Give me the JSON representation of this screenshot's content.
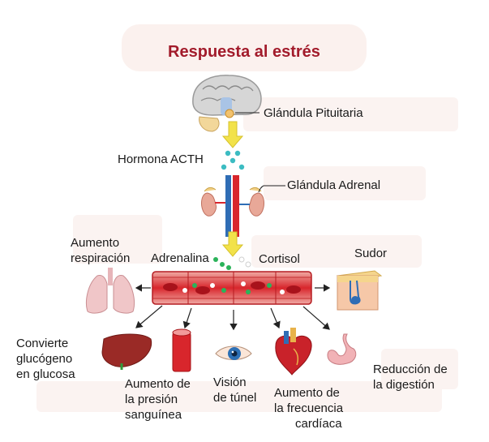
{
  "title": "Respuesta al estrés",
  "labels": {
    "pituitary": "Glándula Pituitaria",
    "acth": "Hormona ACTH",
    "adrenal": "Glándula Adrenal",
    "respiration_1": "Aumento",
    "respiration_2": "respiración",
    "adrenalin": "Adrenalina",
    "cortisol": "Cortisol",
    "sweat": "Sudor",
    "glucose_1": "Convierte",
    "glucose_2": "glucógeno",
    "glucose_3": "en glucosa",
    "pressure_1": "Aumento de",
    "pressure_2": "la presión",
    "pressure_3": "sanguínea",
    "vision_1": "Visión",
    "vision_2": "de túnel",
    "heart_1": "Aumento de",
    "heart_2": "la frecuencia",
    "heart_3": "cardíaca",
    "digestion_1": "Reducción de",
    "digestion_2": "la digestión"
  },
  "colors": {
    "title": "#a21b2b",
    "arrow_yellow": "#f2e24a",
    "vessel_red": "#d8262c",
    "hormone_teal": "#3cbcc2",
    "adrenalin_green": "#2bb35a"
  },
  "icons": [
    "brain-icon",
    "kidney-icon",
    "lungs-icon",
    "blood-vessel-icon",
    "skin-icon",
    "liver-icon",
    "artery-icon",
    "eye-icon",
    "heart-icon",
    "stomach-icon"
  ]
}
